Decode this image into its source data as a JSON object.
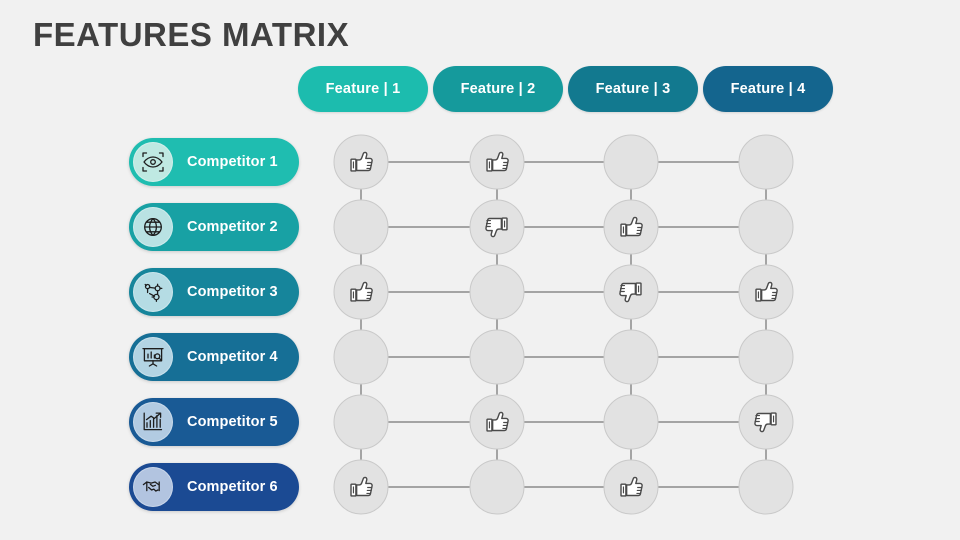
{
  "page": {
    "title": "FEATURES MATRIX",
    "background_color": "#f1f1f1",
    "title_color": "#404040"
  },
  "features": {
    "columns": [
      {
        "label": "Feature | 1",
        "color": "#1cbcae"
      },
      {
        "label": "Feature | 2",
        "color": "#159a9c"
      },
      {
        "label": "Feature | 3",
        "color": "#12798f"
      },
      {
        "label": "Feature | 4",
        "color": "#14658e"
      }
    ]
  },
  "competitors": {
    "rows": [
      {
        "label": "Competitor 1",
        "color": "#1fbdb0",
        "icon": "eye-focus-icon",
        "icon_bg": "#bfe9e2"
      },
      {
        "label": "Competitor 2",
        "color": "#18a1a4",
        "icon": "globe-icon",
        "icon_bg": "#b9e2e3"
      },
      {
        "label": "Competitor 3",
        "color": "#16859b",
        "icon": "network-gears-icon",
        "icon_bg": "#b5dce4"
      },
      {
        "label": "Competitor 4",
        "color": "#166f96",
        "icon": "presentation-chart-icon",
        "icon_bg": "#b3d4e3"
      },
      {
        "label": "Competitor 5",
        "color": "#195a95",
        "icon": "growth-chart-icon",
        "icon_bg": "#b2cbe2"
      },
      {
        "label": "Competitor 6",
        "color": "#1b4a93",
        "icon": "handshake-icon",
        "icon_bg": "#b2c4e0"
      }
    ]
  },
  "matrix": {
    "node_fill": "#e2e2e2",
    "node_stroke": "#c9c9c9",
    "line_color": "#585858",
    "legend": {
      "up": "thumbs-up",
      "down": "thumbs-down",
      "none": "empty"
    },
    "cells": [
      [
        "up",
        "up",
        "none",
        "none"
      ],
      [
        "none",
        "down",
        "up",
        "none"
      ],
      [
        "up",
        "none",
        "down",
        "up"
      ],
      [
        "none",
        "none",
        "none",
        "none"
      ],
      [
        "none",
        "up",
        "none",
        "down"
      ],
      [
        "up",
        "none",
        "up",
        "none"
      ]
    ]
  }
}
